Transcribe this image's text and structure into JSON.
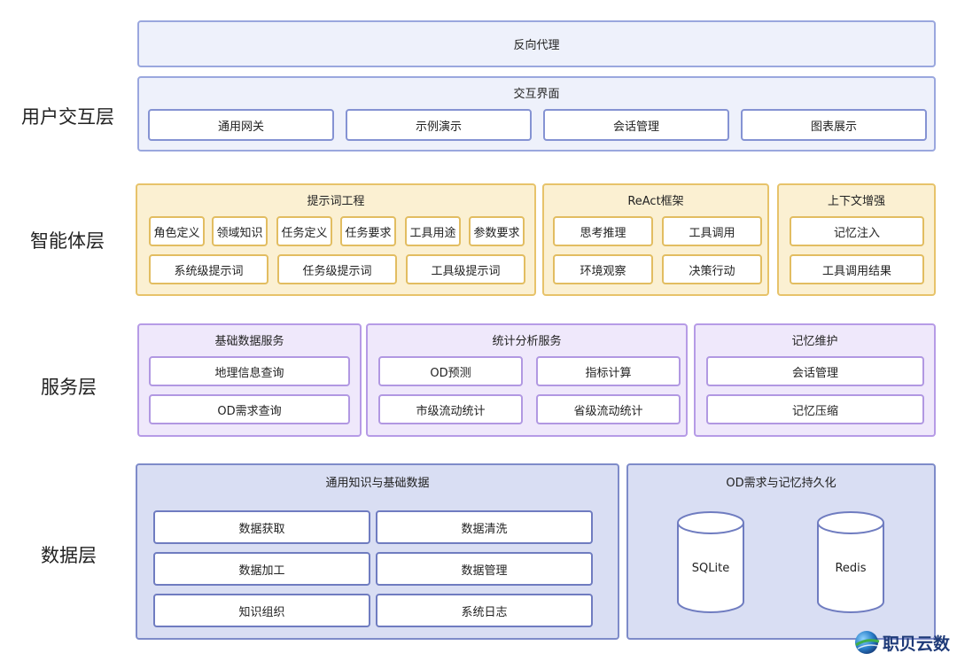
{
  "layers": {
    "user": "用户交互层",
    "agent": "智能体层",
    "service": "服务层",
    "data": "数据层"
  },
  "user_layer": {
    "reverse_proxy": "反向代理",
    "interface": {
      "title": "交互界面",
      "items": [
        "通用网关",
        "示例演示",
        "会话管理",
        "图表展示"
      ]
    }
  },
  "agent_layer": {
    "prompt": {
      "title": "提示词工程",
      "row1": [
        "角色定义",
        "领域知识",
        "任务定义",
        "任务要求",
        "工具用途",
        "参数要求"
      ],
      "row2": [
        "系统级提示词",
        "任务级提示词",
        "工具级提示词"
      ]
    },
    "react": {
      "title": "ReAct框架",
      "items": [
        "思考推理",
        "工具调用",
        "环境观察",
        "决策行动"
      ]
    },
    "context": {
      "title": "上下文增强",
      "items": [
        "记忆注入",
        "工具调用结果"
      ]
    }
  },
  "service_layer": {
    "basic": {
      "title": "基础数据服务",
      "items": [
        "地理信息查询",
        "OD需求查询"
      ]
    },
    "stats": {
      "title": "统计分析服务",
      "items": [
        "OD预测",
        "指标计算",
        "市级流动统计",
        "省级流动统计"
      ]
    },
    "memory": {
      "title": "记忆维护",
      "items": [
        "会话管理",
        "记忆压缩"
      ]
    }
  },
  "data_layer": {
    "knowledge": {
      "title": "通用知识与基础数据",
      "items": [
        "数据获取",
        "数据清洗",
        "数据加工",
        "数据管理",
        "知识组织",
        "系统日志"
      ]
    },
    "persist": {
      "title": "OD需求与记忆持久化",
      "dbs": [
        "SQLite",
        "Redis"
      ]
    }
  },
  "watermark": "职贝云数",
  "colors": {
    "user": "#eef1fb",
    "agent": "#fbf0d2",
    "service": "#efe8fb",
    "data": "#d9def3"
  }
}
